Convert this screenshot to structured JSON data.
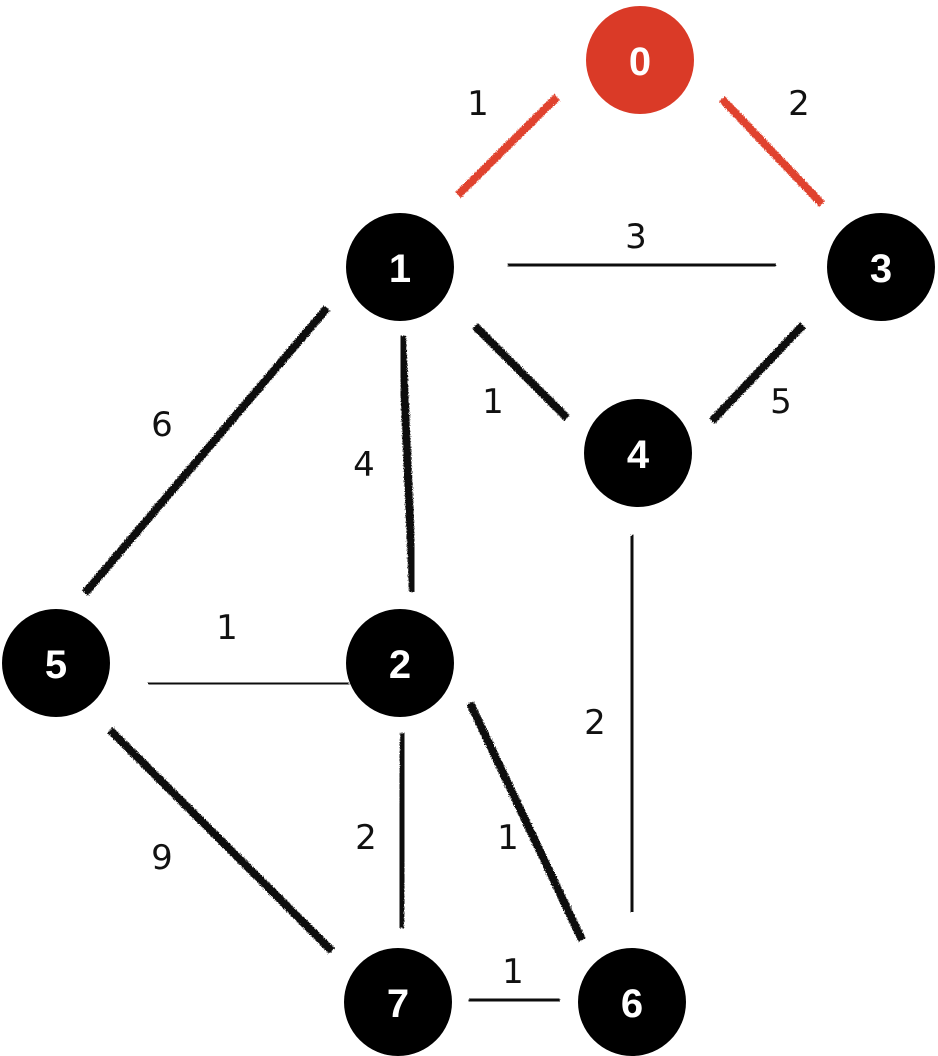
{
  "colors": {
    "node_default": "#000000",
    "node_highlight": "#da3a27",
    "edge_default": "#111111",
    "edge_highlight": "#e0432d",
    "node_text": "#ffffff",
    "weight_text": "#111111"
  },
  "graph": {
    "nodes": [
      {
        "id": 0,
        "label": "0",
        "highlighted": true
      },
      {
        "id": 1,
        "label": "1",
        "highlighted": false
      },
      {
        "id": 2,
        "label": "2",
        "highlighted": false
      },
      {
        "id": 3,
        "label": "3",
        "highlighted": false
      },
      {
        "id": 4,
        "label": "4",
        "highlighted": false
      },
      {
        "id": 5,
        "label": "5",
        "highlighted": false
      },
      {
        "id": 6,
        "label": "6",
        "highlighted": false
      },
      {
        "id": 7,
        "label": "7",
        "highlighted": false
      }
    ],
    "edges": [
      {
        "from": 0,
        "to": 1,
        "weight": "1",
        "highlighted": true
      },
      {
        "from": 0,
        "to": 3,
        "weight": "2",
        "highlighted": true
      },
      {
        "from": 1,
        "to": 3,
        "weight": "3",
        "highlighted": false
      },
      {
        "from": 1,
        "to": 4,
        "weight": "1",
        "highlighted": false
      },
      {
        "from": 3,
        "to": 4,
        "weight": "5",
        "highlighted": false
      },
      {
        "from": 1,
        "to": 5,
        "weight": "6",
        "highlighted": false
      },
      {
        "from": 1,
        "to": 2,
        "weight": "4",
        "highlighted": false
      },
      {
        "from": 5,
        "to": 2,
        "weight": "1",
        "highlighted": false
      },
      {
        "from": 4,
        "to": 6,
        "weight": "2",
        "highlighted": false
      },
      {
        "from": 2,
        "to": 6,
        "weight": "1",
        "highlighted": false
      },
      {
        "from": 2,
        "to": 7,
        "weight": "2",
        "highlighted": false
      },
      {
        "from": 5,
        "to": 7,
        "weight": "9",
        "highlighted": false
      },
      {
        "from": 7,
        "to": 6,
        "weight": "1",
        "highlighted": false
      }
    ]
  }
}
